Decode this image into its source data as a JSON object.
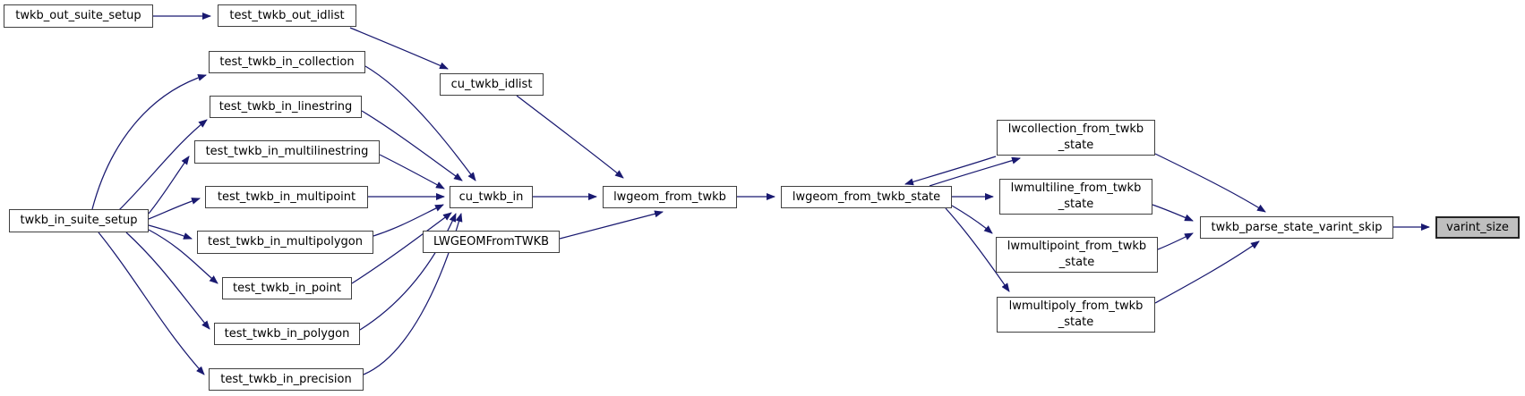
{
  "diagram": {
    "type": "call-graph",
    "colors": {
      "background": "#ffffff",
      "edge": "#191970",
      "node_border": "#404040",
      "node_fill": "#ffffff",
      "highlight_fill": "#bfbfbf",
      "text": "#000000"
    },
    "nodes": [
      {
        "id": "twkb_out_suite_setup",
        "label": "twkb_out_suite_setup",
        "highlighted": false
      },
      {
        "id": "test_twkb_out_idlist",
        "label": "test_twkb_out_idlist",
        "highlighted": false
      },
      {
        "id": "twkb_in_suite_setup",
        "label": "twkb_in_suite_setup",
        "highlighted": false
      },
      {
        "id": "test_twkb_in_collection",
        "label": "test_twkb_in_collection",
        "highlighted": false
      },
      {
        "id": "test_twkb_in_linestring",
        "label": "test_twkb_in_linestring",
        "highlighted": false
      },
      {
        "id": "test_twkb_in_multilinestring",
        "label": "test_twkb_in_multilinestring",
        "highlighted": false
      },
      {
        "id": "test_twkb_in_multipoint",
        "label": "test_twkb_in_multipoint",
        "highlighted": false
      },
      {
        "id": "test_twkb_in_multipolygon",
        "label": "test_twkb_in_multipolygon",
        "highlighted": false
      },
      {
        "id": "test_twkb_in_point",
        "label": "test_twkb_in_point",
        "highlighted": false
      },
      {
        "id": "test_twkb_in_polygon",
        "label": "test_twkb_in_polygon",
        "highlighted": false
      },
      {
        "id": "test_twkb_in_precision",
        "label": "test_twkb_in_precision",
        "highlighted": false
      },
      {
        "id": "cu_twkb_idlist",
        "label": "cu_twkb_idlist",
        "highlighted": false
      },
      {
        "id": "cu_twkb_in",
        "label": "cu_twkb_in",
        "highlighted": false
      },
      {
        "id": "LWGEOMFromTWKB",
        "label": "LWGEOMFromTWKB",
        "highlighted": false
      },
      {
        "id": "lwgeom_from_twkb",
        "label": "lwgeom_from_twkb",
        "highlighted": false
      },
      {
        "id": "lwgeom_from_twkb_state",
        "label": "lwgeom_from_twkb_state",
        "highlighted": false
      },
      {
        "id": "lwcollection_from_twkb_state",
        "label": "lwcollection_from_twkb\n_state",
        "highlighted": false
      },
      {
        "id": "lwmultiline_from_twkb_state",
        "label": "lwmultiline_from_twkb\n_state",
        "highlighted": false
      },
      {
        "id": "lwmultipoint_from_twkb_state",
        "label": "lwmultipoint_from_twkb\n_state",
        "highlighted": false
      },
      {
        "id": "lwmultipoly_from_twkb_state",
        "label": "lwmultipoly_from_twkb\n_state",
        "highlighted": false
      },
      {
        "id": "twkb_parse_state_varint_skip",
        "label": "twkb_parse_state_varint_skip",
        "highlighted": false
      },
      {
        "id": "varint_size",
        "label": "varint_size",
        "highlighted": true
      }
    ],
    "edges": [
      {
        "from": "twkb_out_suite_setup",
        "to": "test_twkb_out_idlist"
      },
      {
        "from": "test_twkb_out_idlist",
        "to": "cu_twkb_idlist"
      },
      {
        "from": "cu_twkb_idlist",
        "to": "lwgeom_from_twkb"
      },
      {
        "from": "twkb_in_suite_setup",
        "to": "test_twkb_in_collection"
      },
      {
        "from": "twkb_in_suite_setup",
        "to": "test_twkb_in_linestring"
      },
      {
        "from": "twkb_in_suite_setup",
        "to": "test_twkb_in_multilinestring"
      },
      {
        "from": "twkb_in_suite_setup",
        "to": "test_twkb_in_multipoint"
      },
      {
        "from": "twkb_in_suite_setup",
        "to": "test_twkb_in_multipolygon"
      },
      {
        "from": "twkb_in_suite_setup",
        "to": "test_twkb_in_point"
      },
      {
        "from": "twkb_in_suite_setup",
        "to": "test_twkb_in_polygon"
      },
      {
        "from": "twkb_in_suite_setup",
        "to": "test_twkb_in_precision"
      },
      {
        "from": "test_twkb_in_collection",
        "to": "cu_twkb_in"
      },
      {
        "from": "test_twkb_in_linestring",
        "to": "cu_twkb_in"
      },
      {
        "from": "test_twkb_in_multilinestring",
        "to": "cu_twkb_in"
      },
      {
        "from": "test_twkb_in_multipoint",
        "to": "cu_twkb_in"
      },
      {
        "from": "test_twkb_in_multipolygon",
        "to": "cu_twkb_in"
      },
      {
        "from": "test_twkb_in_point",
        "to": "cu_twkb_in"
      },
      {
        "from": "test_twkb_in_polygon",
        "to": "cu_twkb_in"
      },
      {
        "from": "test_twkb_in_precision",
        "to": "cu_twkb_in"
      },
      {
        "from": "cu_twkb_in",
        "to": "lwgeom_from_twkb"
      },
      {
        "from": "LWGEOMFromTWKB",
        "to": "lwgeom_from_twkb"
      },
      {
        "from": "lwgeom_from_twkb",
        "to": "lwgeom_from_twkb_state"
      },
      {
        "from": "lwgeom_from_twkb_state",
        "to": "lwcollection_from_twkb_state"
      },
      {
        "from": "lwcollection_from_twkb_state",
        "to": "lwgeom_from_twkb_state"
      },
      {
        "from": "lwgeom_from_twkb_state",
        "to": "lwmultiline_from_twkb_state"
      },
      {
        "from": "lwgeom_from_twkb_state",
        "to": "lwmultipoint_from_twkb_state"
      },
      {
        "from": "lwgeom_from_twkb_state",
        "to": "lwmultipoly_from_twkb_state"
      },
      {
        "from": "lwcollection_from_twkb_state",
        "to": "twkb_parse_state_varint_skip"
      },
      {
        "from": "lwmultiline_from_twkb_state",
        "to": "twkb_parse_state_varint_skip"
      },
      {
        "from": "lwmultipoint_from_twkb_state",
        "to": "twkb_parse_state_varint_skip"
      },
      {
        "from": "lwmultipoly_from_twkb_state",
        "to": "twkb_parse_state_varint_skip"
      },
      {
        "from": "twkb_parse_state_varint_skip",
        "to": "varint_size"
      }
    ]
  }
}
